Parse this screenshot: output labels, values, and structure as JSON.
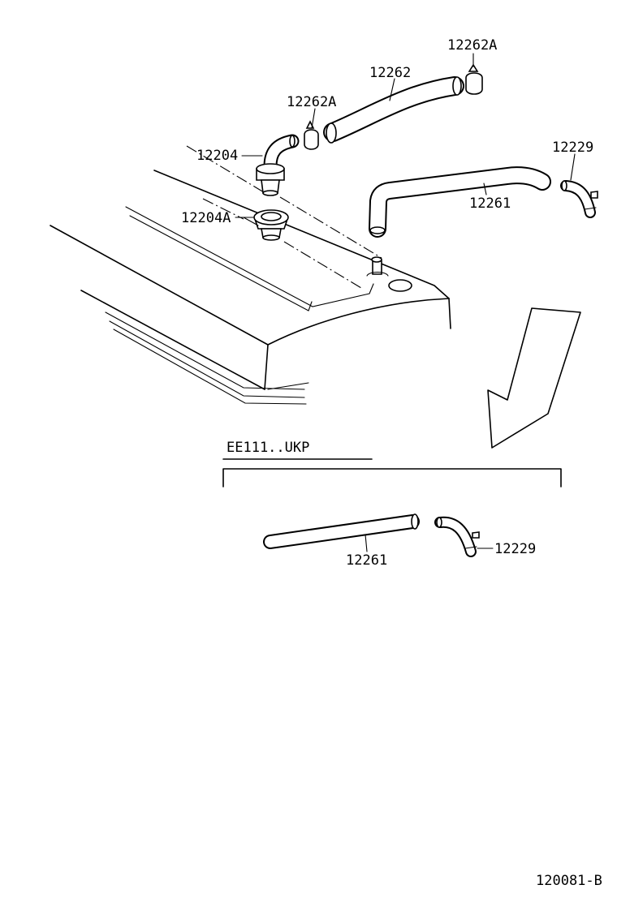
{
  "callouts": {
    "clamp_top": "12262A",
    "hose_upper": "12262",
    "clamp_mid": "12262A",
    "pcv_valve": "12204",
    "grommet": "12204A",
    "elbow_right": "12229",
    "hose_long": "12261"
  },
  "variant": {
    "label": "EE111..UKP",
    "hose_straight": "12261",
    "elbow": "12229"
  },
  "diagram_id": "120081-B"
}
